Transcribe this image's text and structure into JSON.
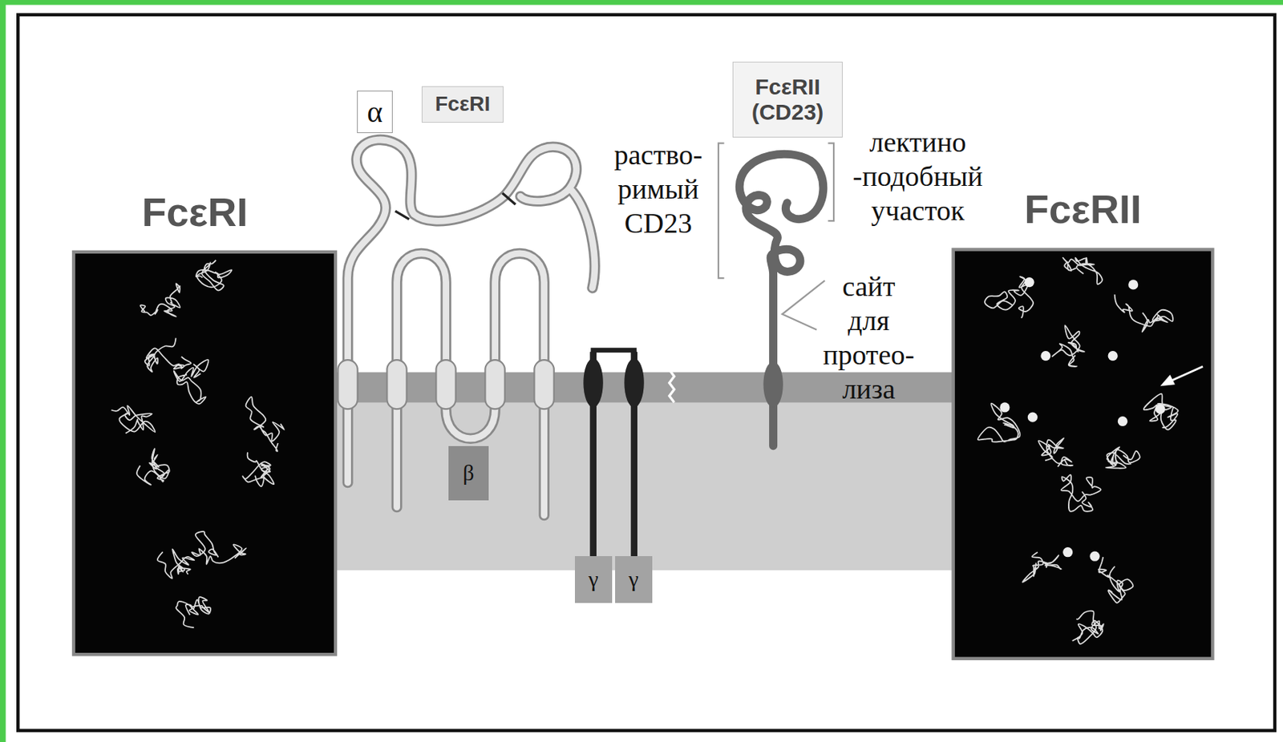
{
  "diagram": {
    "nodes": [
      {
        "text": [
          "α"
        ]
      },
      {
        "text": [
          "FcεRI"
        ]
      },
      {
        "text": [
          "FcεRII (CD23)"
        ]
      },
      {
        "text": [
          "β"
        ]
      },
      {
        "text": [
          "γ"
        ]
      },
      {
        "text": [
          "γ"
        ]
      }
    ],
    "labels": [
      "FcεRI",
      "раство- римый CD23",
      "лектино -подобный участок",
      "сайт для протео- лиза",
      "FcεRII"
    ]
  }
}
